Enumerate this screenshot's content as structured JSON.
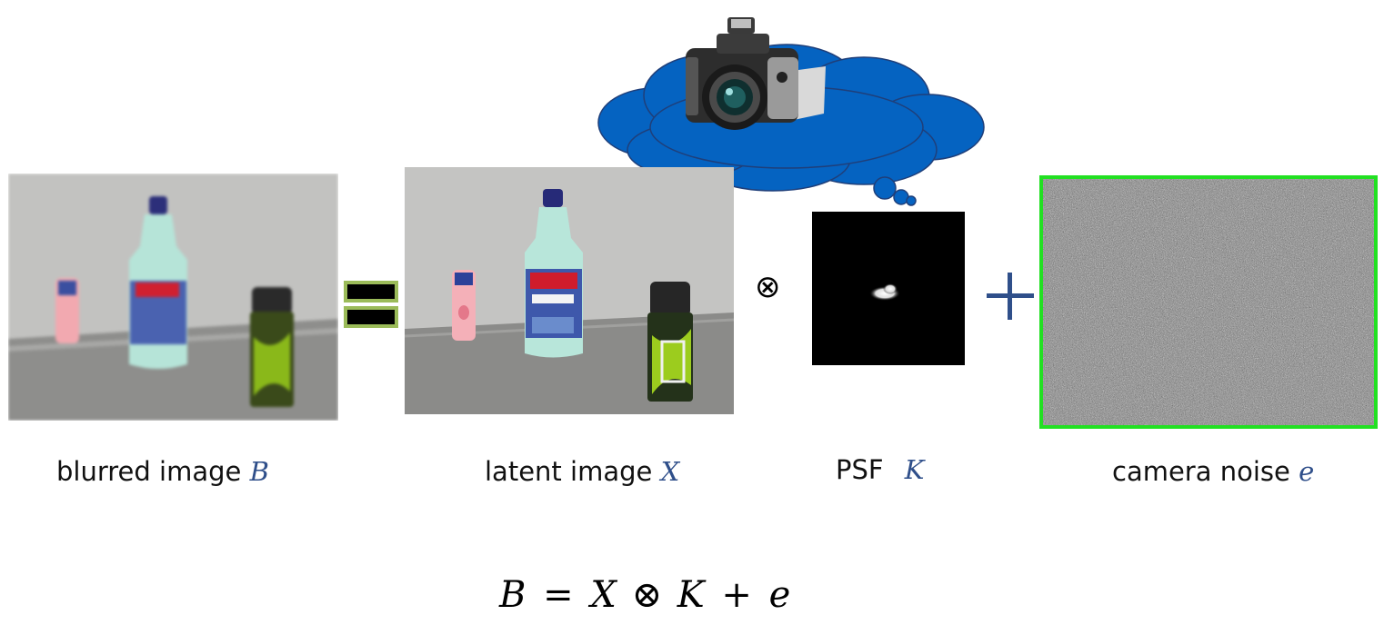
{
  "labels": {
    "blurred_text": "blurred image",
    "blurred_symbol": "B",
    "latent_text": "latent image",
    "latent_symbol": "X",
    "psf_text": "PSF",
    "psf_symbol": "K",
    "noise_text": "camera noise",
    "noise_symbol": "e"
  },
  "operators": {
    "convolve": "⊗",
    "plus": "+"
  },
  "formula": {
    "lhs": "B",
    "equals": "=",
    "x": "X",
    "conv": "⊗",
    "k": "K",
    "plus": "+",
    "e": "e"
  },
  "colors": {
    "cloud": "#0563c1",
    "equals_border": "#9bbb59",
    "noise_border": "#22e022",
    "symbol": "#2f4f8a",
    "plus": "#2f4f8a"
  }
}
